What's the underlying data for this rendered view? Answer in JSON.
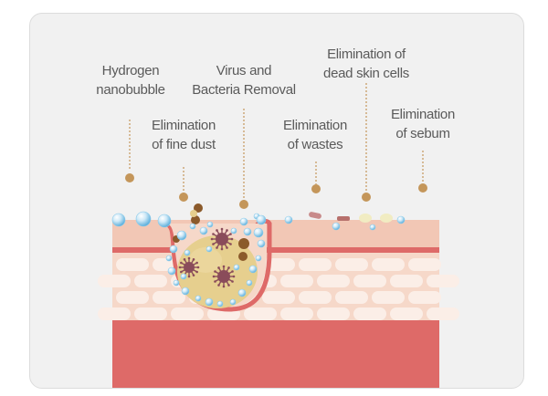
{
  "labels": {
    "hydrogen": [
      "Hydrogen",
      "nanobubble"
    ],
    "virus": [
      "Virus and",
      "Bacteria Removal"
    ],
    "fine_dust": [
      "Elimination",
      "of fine dust"
    ],
    "wastes": [
      "Elimination",
      "of wastes"
    ],
    "dead_skin": [
      "Elimination of",
      "dead skin cells"
    ],
    "sebum": [
      "Elimination",
      "of sebum"
    ]
  },
  "colors": {
    "panel": "#f1f1f1",
    "text": "#5a5a5a",
    "pointer": "#c4965a",
    "skin_top": "#f2c7b5",
    "skin_line": "#de6a68",
    "cell_bg": "#f6d8c9",
    "cell": "#fbeee7",
    "bubble": "#7fc3e6",
    "dust": "#e6cf8e",
    "virus": "#8a4c5a",
    "bacteria": "#8b5a2b"
  }
}
